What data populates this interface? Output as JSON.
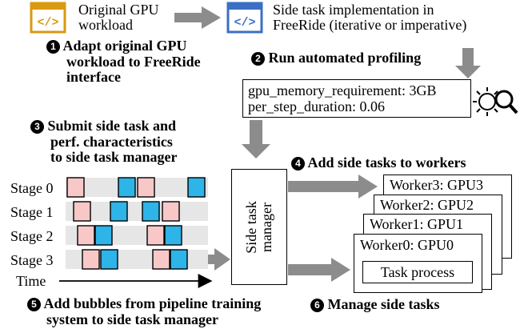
{
  "top": {
    "workload_label": [
      "Original GPU",
      "workload"
    ],
    "impl_label": [
      "Side task implementation in",
      "FreeRide (iterative or imperative)"
    ]
  },
  "steps": {
    "s1": {
      "num": "1",
      "lines": [
        "Adapt original GPU",
        "workload to FreeRide",
        "interface"
      ]
    },
    "s2": {
      "num": "2",
      "lines": [
        "Run automated profiling"
      ]
    },
    "s3": {
      "num": "3",
      "lines": [
        "Submit side task and",
        "perf. characteristics",
        "to side task manager"
      ]
    },
    "s4": {
      "num": "4",
      "lines": [
        "Add side tasks to workers"
      ]
    },
    "s5": {
      "num": "5",
      "lines": [
        "Add bubbles from pipeline training",
        "system to side task manager"
      ]
    },
    "s6": {
      "num": "6",
      "lines": [
        "Manage side tasks"
      ]
    }
  },
  "profile": {
    "line1": "gpu_memory_requirement: 3GB",
    "line2": "per_step_duration: 0.06"
  },
  "pipeline": {
    "stages": [
      "Stage 0",
      "Stage 1",
      "Stage 2",
      "Stage 3"
    ],
    "time_label": "Time",
    "colors": {
      "forward": "#f8c8c8",
      "backward": "#2db4e8",
      "bubble": "#e6e6e6"
    }
  },
  "manager_label": [
    "Side task",
    "manager"
  ],
  "workers": [
    "Worker3: GPU3",
    "Worker2: GPU2",
    "Worker1: GPU1",
    "Worker0: GPU0"
  ],
  "task_process": "Task process",
  "icons": {
    "code": "code-window-icon",
    "gear_search": "gear-search-icon"
  },
  "colors": {
    "code_orange": "#d99a12",
    "code_blue": "#3b6fc4",
    "arrow_gray": "#8c8c8c"
  }
}
